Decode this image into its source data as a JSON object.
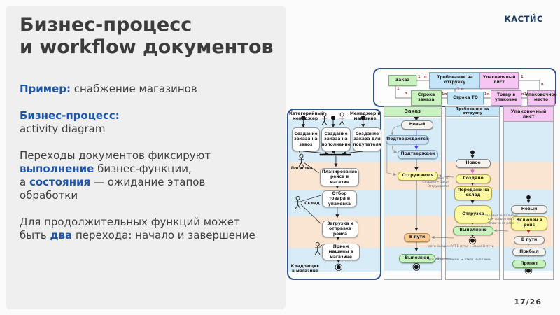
{
  "slide": {
    "title_line1": "Бизнес-процесс",
    "title_line2": "и workflow документов",
    "logo": "КАСТИ́С",
    "page_number": "17/26"
  },
  "intro": {
    "p1_label": "Пример:",
    "p1_text": " снабжение магазинов",
    "p2_label": "Бизнес-процесс:",
    "p2_line2": "activity diagram",
    "p3_l1": "Переходы документов фиксируют",
    "p3_bold1": "выполнение",
    "p3_l2": " бизнес-функции,",
    "p3_l3a": "а ",
    "p3_bold2": "состояния",
    "p3_l3b": " — ожидание этапов",
    "p3_l4": "обработки",
    "p4_l1": "Для продолжительных функций может",
    "p4_l2a": "быть ",
    "p4_bold": "два",
    "p4_l2b": " перехода: начало и завершение"
  },
  "er": {
    "m1": "1",
    "mn": "n",
    "entities": [
      {
        "label": "Заказ"
      },
      {
        "label": "Требование на отгрузку"
      },
      {
        "label": "Упаковочный лист"
      },
      {
        "label": "Строка заказа"
      },
      {
        "label": "Строка ТО"
      },
      {
        "label": "Товар в упаковке"
      },
      {
        "label": "Упаковочное место"
      }
    ]
  },
  "activity": {
    "actors": [
      {
        "label": "Категорийный менеджер"
      },
      {
        "label": "Менеджер в магазине"
      },
      {
        "label": "Логистик"
      },
      {
        "label": "Склад"
      },
      {
        "label": "Кладовщик в магазине"
      }
    ],
    "tasks": [
      {
        "label": "Создание заказа на завоз"
      },
      {
        "label": "Создание заказа на пополнение"
      },
      {
        "label": "Создание заказа для покупателя"
      },
      {
        "label": "Планирование рейса в магазин"
      },
      {
        "label": "Отбор товара и упаковка"
      },
      {
        "label": "Загрузка и отправка рейса"
      },
      {
        "label": "Прием машины в магазине"
      }
    ]
  },
  "columns": [
    {
      "title": "Заказ",
      "states": [
        {
          "label": "Новый"
        },
        {
          "label": "Подтверждается"
        },
        {
          "label": "Подтвержден"
        },
        {
          "label": "Отгружается"
        },
        {
          "label": "В пути"
        },
        {
          "label": "Выполнен"
        }
      ]
    },
    {
      "title": "Требование на отгрузку",
      "states": [
        {
          "label": "Новое"
        },
        {
          "label": "Создано"
        },
        {
          "label": "Передано на склад"
        },
        {
          "label": "Отгрузка"
        },
        {
          "label": "Выполнено"
        }
      ]
    },
    {
      "title": "Упаковочный лист",
      "states": [
        {
          "label": "Новый"
        },
        {
          "label": "Включен в рейс"
        },
        {
          "label": "В пути"
        },
        {
          "label": "Прибыл"
        },
        {
          "label": "Принят"
        }
      ]
    }
  ],
  "annotations": [
    {
      "text": "одно ТО Создано→ Заказ Отгружается"
    },
    {
      "text": "задание выполнено как только лист включен в рейс"
    },
    {
      "text": "хотя бы один УП В пути → Заказ В пути"
    },
    {
      "text": "все УП Выполнены → Заказ Выполнен"
    }
  ],
  "colors": {
    "accent_blue": "#1d55a8",
    "navy_border": "#30538f",
    "stripe_blue": "#d8ecf7",
    "stripe_peach": "#fae5d3",
    "state_yellow": "#fdf9a2",
    "state_green": "#c8f3bf",
    "state_orange": "#f7c88f",
    "entity_green": "#c9f2c0",
    "entity_blue": "#c4e5f8",
    "entity_pink": "#f6c6f2"
  }
}
